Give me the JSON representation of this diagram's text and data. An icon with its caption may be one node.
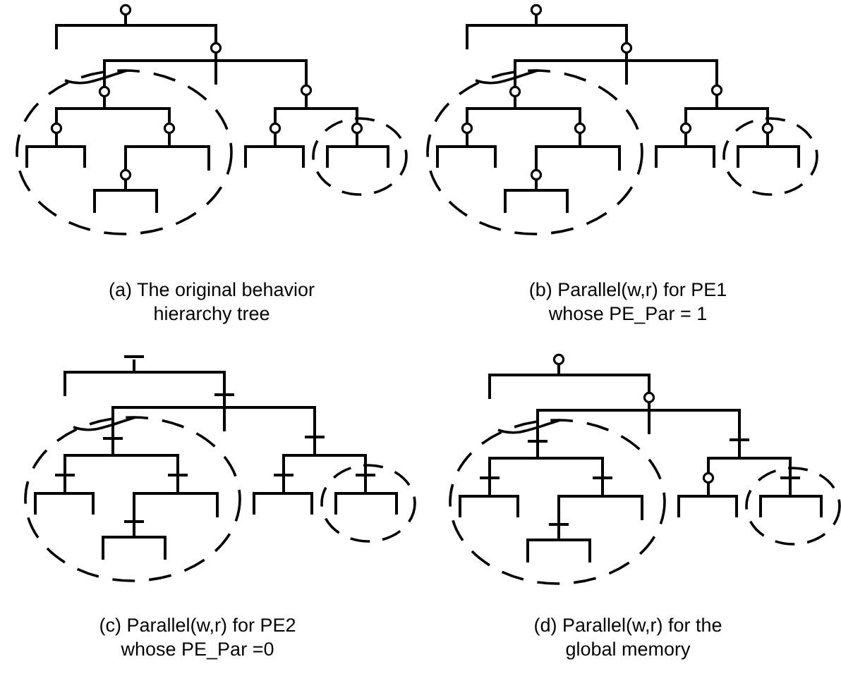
{
  "diagram": {
    "labels": [
      "(a) The original behavior hierarchy tree",
      "(b) Parallel(w,r) for PE1 whose PE_Par = 1",
      "(c) Parallel(w,r) for PE2 whose PE_Par =0",
      "(d) Parallel(w,r) for the global memory"
    ]
  }
}
